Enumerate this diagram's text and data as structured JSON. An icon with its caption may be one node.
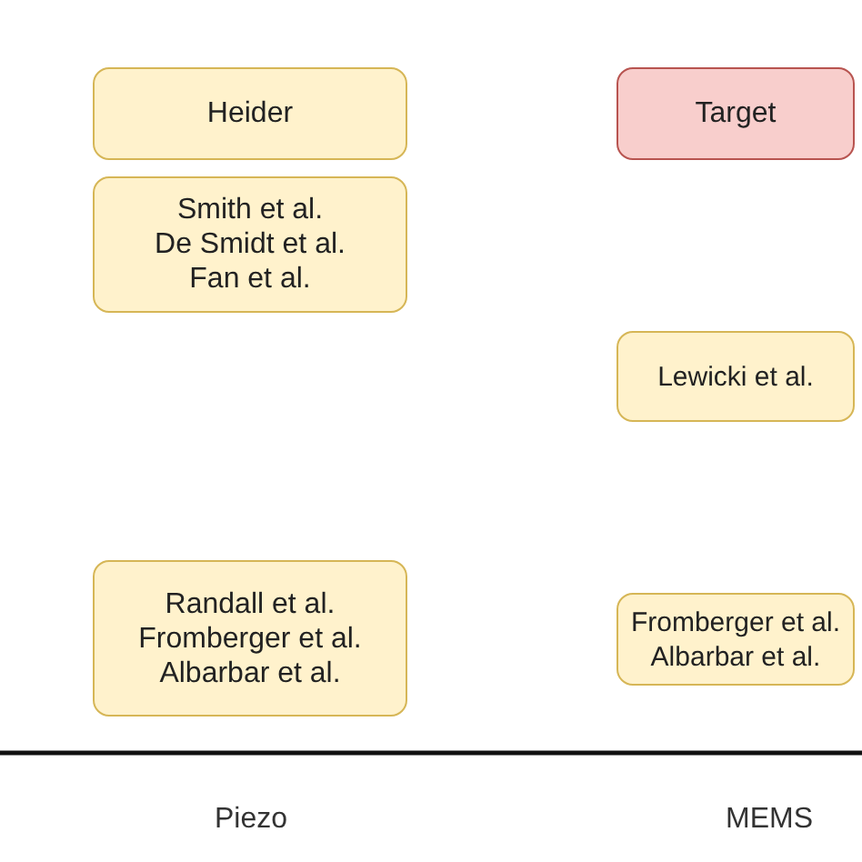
{
  "diagram": {
    "nodes": [
      {
        "text": [
          "Heider"
        ]
      },
      {
        "text": [
          "Smith et al.",
          "De Smidt et al.",
          "Fan et al."
        ]
      },
      {
        "text": [
          "Randall et al.",
          "Fromberger et al.",
          "Albarbar et al."
        ]
      },
      {
        "text": [
          "Target"
        ]
      },
      {
        "text": [
          "Lewicki et al."
        ]
      },
      {
        "text": [
          "Fromberger et al.",
          "Albarbar et al."
        ]
      }
    ],
    "labels": [
      "Piezo",
      "MEMS"
    ]
  }
}
